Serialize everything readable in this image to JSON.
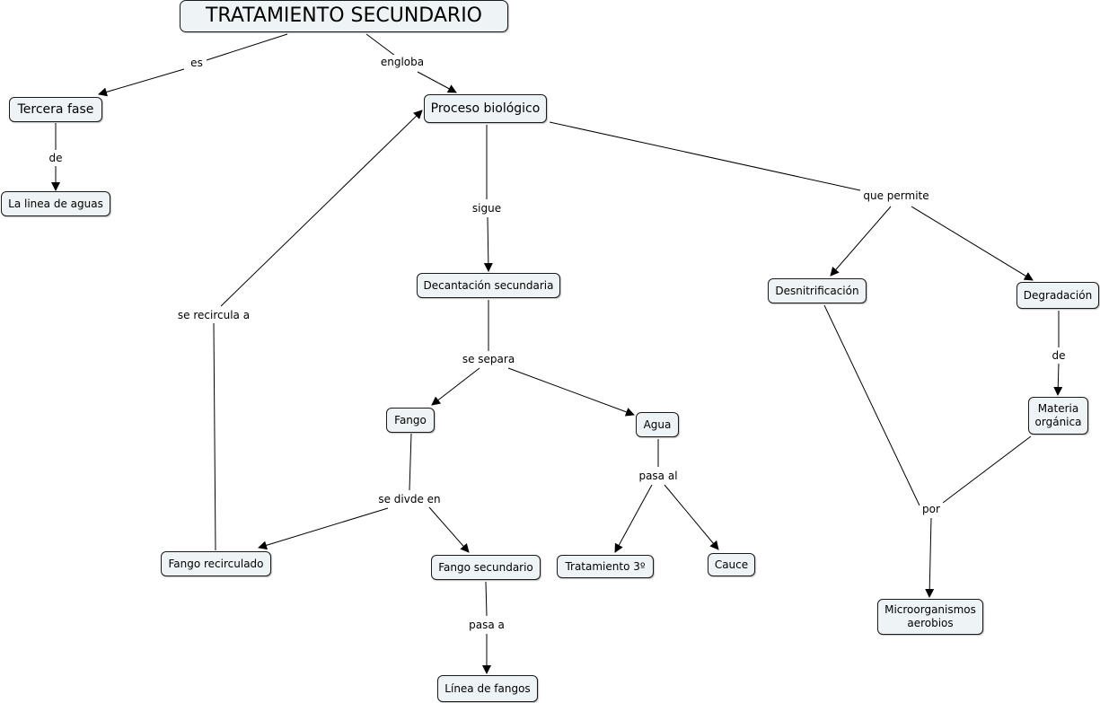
{
  "nodes": {
    "root": "TRATAMIENTO SECUNDARIO",
    "tercera": "Tercera fase",
    "linea_aguas": "La linea de aguas",
    "proceso": "Proceso biológico",
    "decantacion": "Decantación secundaria",
    "desnitrificacion": "Desnitrificación",
    "degradacion": "Degradación",
    "fango": "Fango",
    "agua": "Agua",
    "materia": "Materia\norgánica",
    "fango_recirculado": "Fango recirculado",
    "fango_secundario": "Fango secundario",
    "tratamiento3": "Tratamiento 3º",
    "cauce": "Cauce",
    "microorganismos": "Microorganismos\naerobios",
    "linea_fangos": "Línea de fangos"
  },
  "links": {
    "es": "es",
    "engloba": "engloba",
    "de1": "de",
    "sigue": "sigue",
    "que_permite": "que permite",
    "se_recircula": "se recircula a",
    "se_separa": "se separa",
    "de2": "de",
    "se_divide": "se divde en",
    "pasa_al": "pasa al",
    "por": "por",
    "pasa_a": "pasa a"
  },
  "colors": {
    "node_fill": "#eef3f5",
    "node_border": "#1a1a1a",
    "line": "#000000"
  }
}
